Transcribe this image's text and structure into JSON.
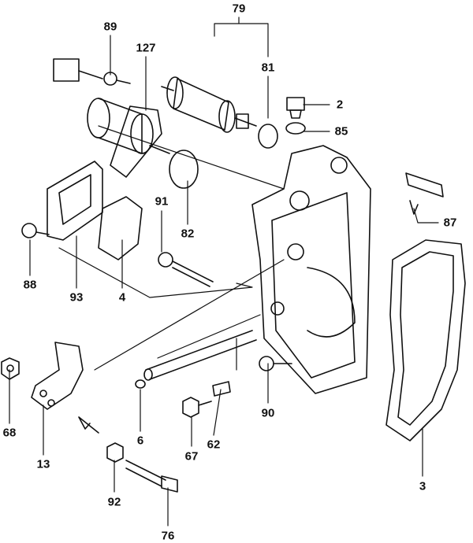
{
  "diagram": {
    "labels": [
      "79",
      "89",
      "127",
      "81",
      "2",
      "85",
      "87",
      "91",
      "82",
      "88",
      "93",
      "4",
      "68",
      "13",
      "6",
      "67",
      "62",
      "90",
      "92",
      "76",
      "3"
    ]
  }
}
